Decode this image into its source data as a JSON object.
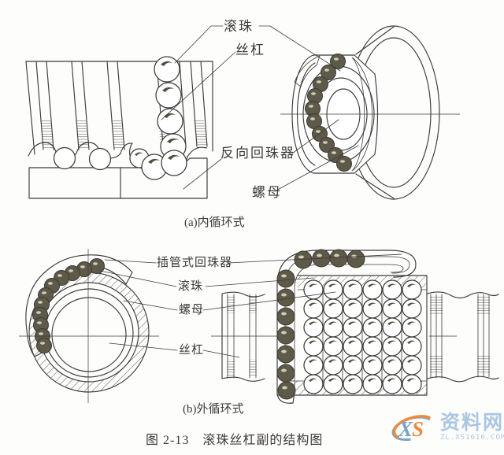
{
  "figure": {
    "caption": "图 2-13　滚珠丝杠副的结构图",
    "part_a": {
      "caption": "(a)内循环式",
      "labels": {
        "ball": "滚珠",
        "screw": "丝杠",
        "reverser": "反向回珠器",
        "nut": "螺母"
      }
    },
    "part_b": {
      "caption": "(b)外循环式",
      "labels": {
        "return_tube": "插管式回珠器",
        "ball": "滚珠",
        "nut": "螺母",
        "screw": "丝杠"
      }
    }
  },
  "watermark": {
    "logo_x": "X",
    "logo_s": "S",
    "site_name": "资料网",
    "site_url": "ZL.XS1616.COM"
  },
  "colors": {
    "ink": "#3d3b38",
    "hatch": "#55524c",
    "paper": "#fdfdfc",
    "watermark_text": "#a9c7e2",
    "watermark_blue": "#7ba3c9",
    "watermark_orange": "#ee8a3d"
  }
}
